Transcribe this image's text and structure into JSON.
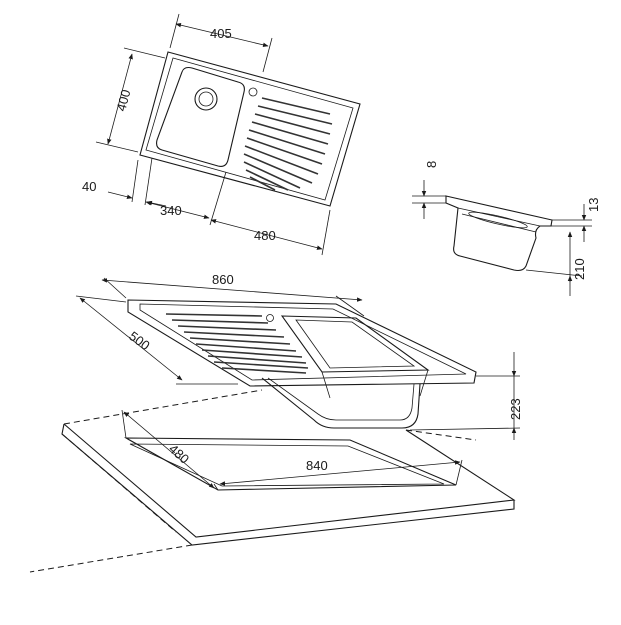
{
  "dimensions": {
    "top_width": "405",
    "top_depth": "400",
    "top_left_margin": "40",
    "top_bowl_width": "340",
    "top_drainer_width": "480",
    "side_lip": "8",
    "side_rim": "13",
    "side_bowl_depth": "210",
    "iso_length": "860",
    "iso_width": "500",
    "iso_height": "223",
    "cutout_width": "480",
    "cutout_length": "840"
  },
  "colors": {
    "line": "#1a1a1a",
    "background": "#ffffff"
  }
}
